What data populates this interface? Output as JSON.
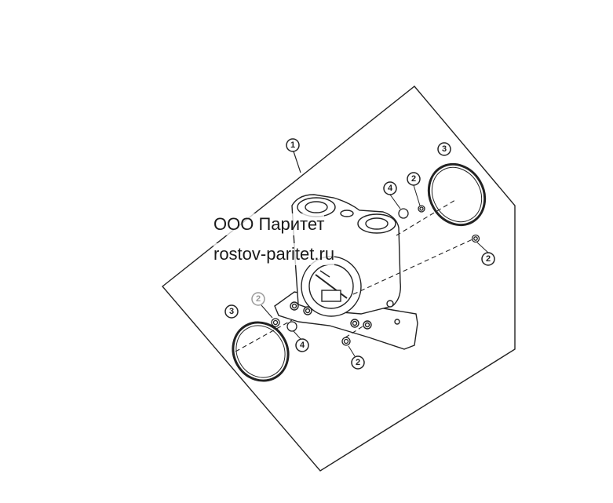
{
  "watermark": {
    "company": "ООО Паритет",
    "site": "rostov-paritet.ru"
  },
  "callouts": [
    "1",
    "2",
    "3",
    "4"
  ],
  "colors": {
    "line": "#222222",
    "faded": "#9a9a9a",
    "background": "#ffffff"
  }
}
